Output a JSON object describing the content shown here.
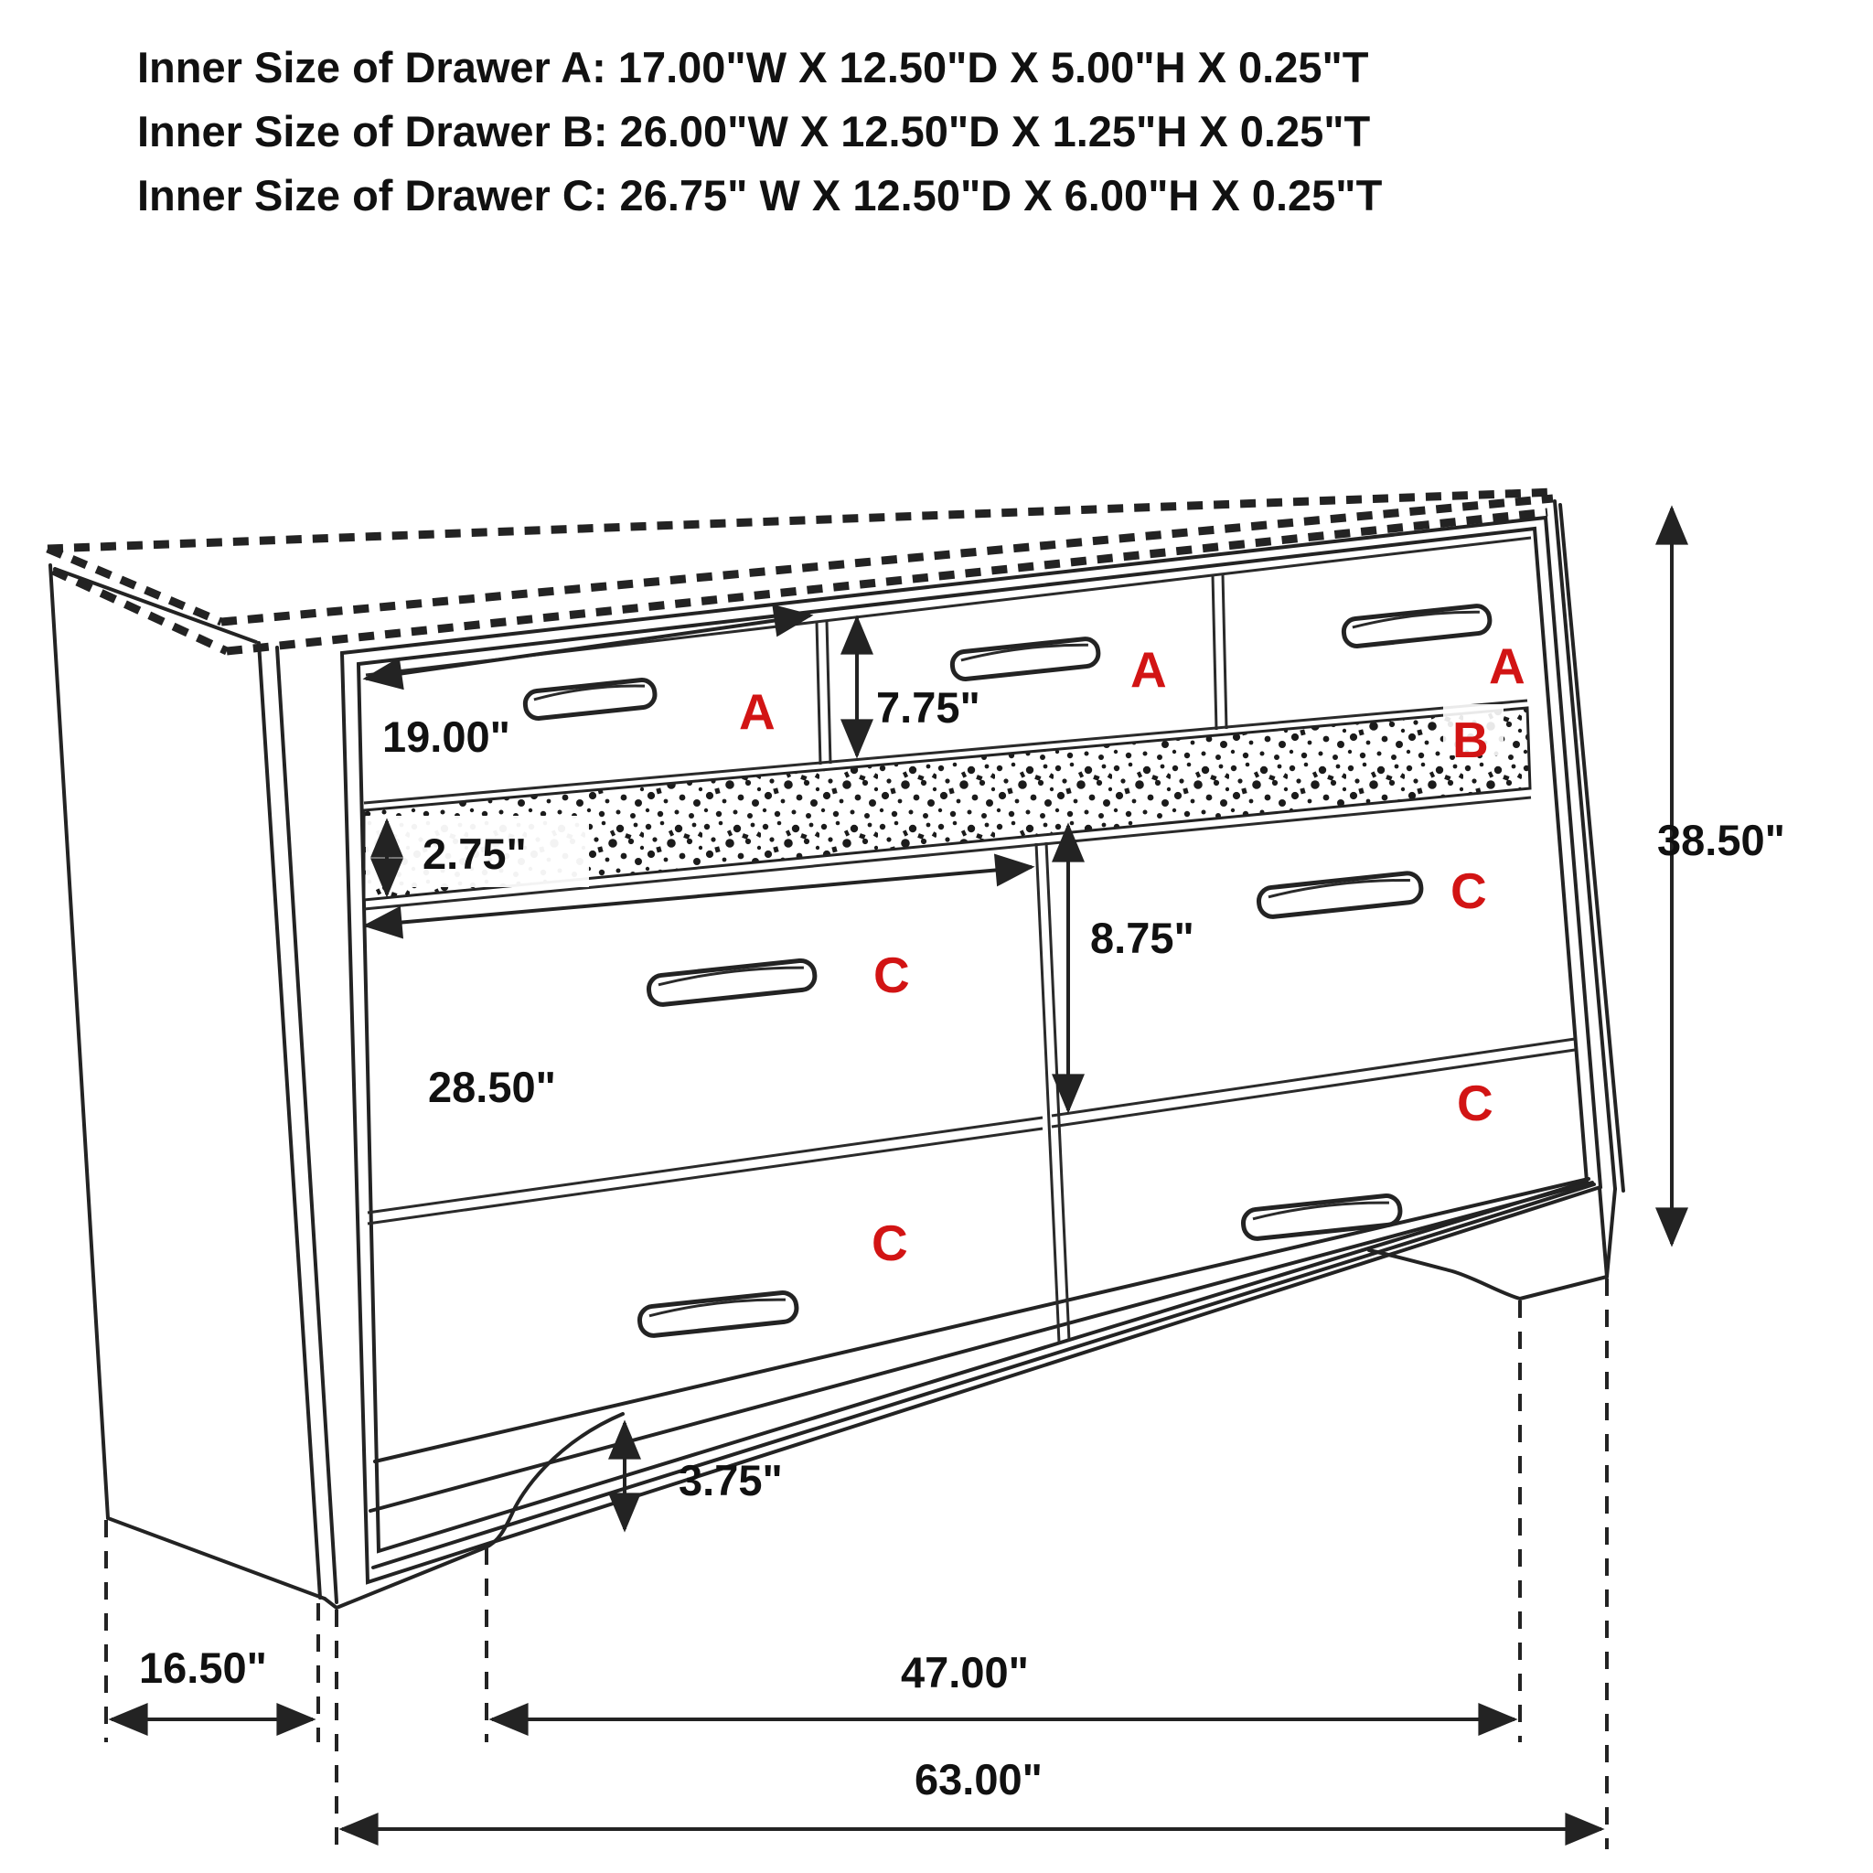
{
  "header": {
    "lines": [
      "Inner Size of Drawer A: 17.00\"W X 12.50\"D X 5.00\"H X 0.25\"T",
      "Inner Size of Drawer B: 26.00\"W X 12.50\"D X 1.25\"H X 0.25\"T",
      "Inner Size of Drawer C: 26.75\" W X 12.50\"D X 6.00\"H X 0.25\"T"
    ]
  },
  "labels": {
    "drawer_a": "A",
    "drawer_b": "B",
    "drawer_c": "C"
  },
  "dims": {
    "drawer_a_width": "19.00\"",
    "drawer_a_front_height": "7.75\"",
    "trim_strip_height": "2.75\"",
    "drawer_c_width": "28.50\"",
    "drawer_c_front_height": "8.75\"",
    "overall_height": "38.50\"",
    "foot_height": "3.75\"",
    "overall_depth": "16.50\"",
    "foot_spacing": "47.00\"",
    "overall_width": "63.00\""
  },
  "colors": {
    "label_red": "#d21414",
    "line_ink": "#232323",
    "text_ink": "#111111"
  }
}
